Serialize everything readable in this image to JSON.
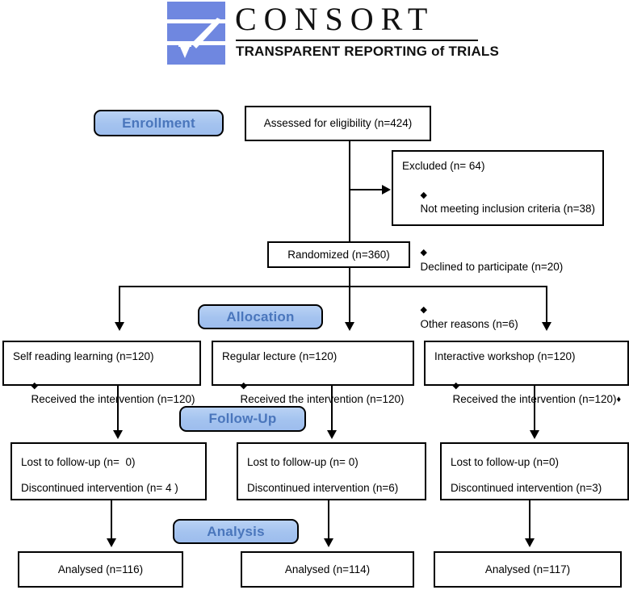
{
  "logo": {
    "wordmark": "CONSORT",
    "tagline": "TRANSPARENT REPORTING of TRIALS",
    "mark_color": "#6f87e0"
  },
  "colors": {
    "pill_fill": "#a8c8f0",
    "pill_text": "#4a76bc",
    "line": "#000000",
    "box_border": "#000000",
    "background": "#ffffff"
  },
  "stages": {
    "enrollment": "Enrollment",
    "allocation": "Allocation",
    "followup": "Follow-Up",
    "analysis": "Analysis"
  },
  "enrollment": {
    "assessed": "Assessed for eligibility (n=424)",
    "excluded_title": "Excluded (n= 64)",
    "excluded_reasons": [
      "Not meeting inclusion criteria (n=38)",
      "Declined to participate (n=20)",
      "Other reasons (n=6)"
    ],
    "randomized": "Randomized (n=360)"
  },
  "allocation": [
    {
      "group": "Self reading learning (n=120)",
      "detail": "Received the intervention (n=120)",
      "trailing_marker": ""
    },
    {
      "group": "Regular lecture (n=120)",
      "detail": "Received the intervention (n=120)",
      "trailing_marker": ""
    },
    {
      "group": "Interactive workshop (n=120)",
      "detail": "Received the intervention (n=120)",
      "trailing_marker": "♦"
    }
  ],
  "followup": [
    {
      "lost": "Lost to follow-up (n=  0)",
      "discontinued": "Discontinued intervention (n= 4 )"
    },
    {
      "lost": "Lost to follow-up (n= 0)",
      "discontinued": "Discontinued intervention (n=6)"
    },
    {
      "lost": "Lost to follow-up (n=0)",
      "discontinued": "Discontinued intervention (n=3)"
    }
  ],
  "analysis": [
    {
      "analysed": "Analysed  (n=116)"
    },
    {
      "analysed": "Analysed  (n=114)"
    },
    {
      "analysed": "Analysed (n=117)"
    }
  ],
  "bullet_glyph": "♦"
}
